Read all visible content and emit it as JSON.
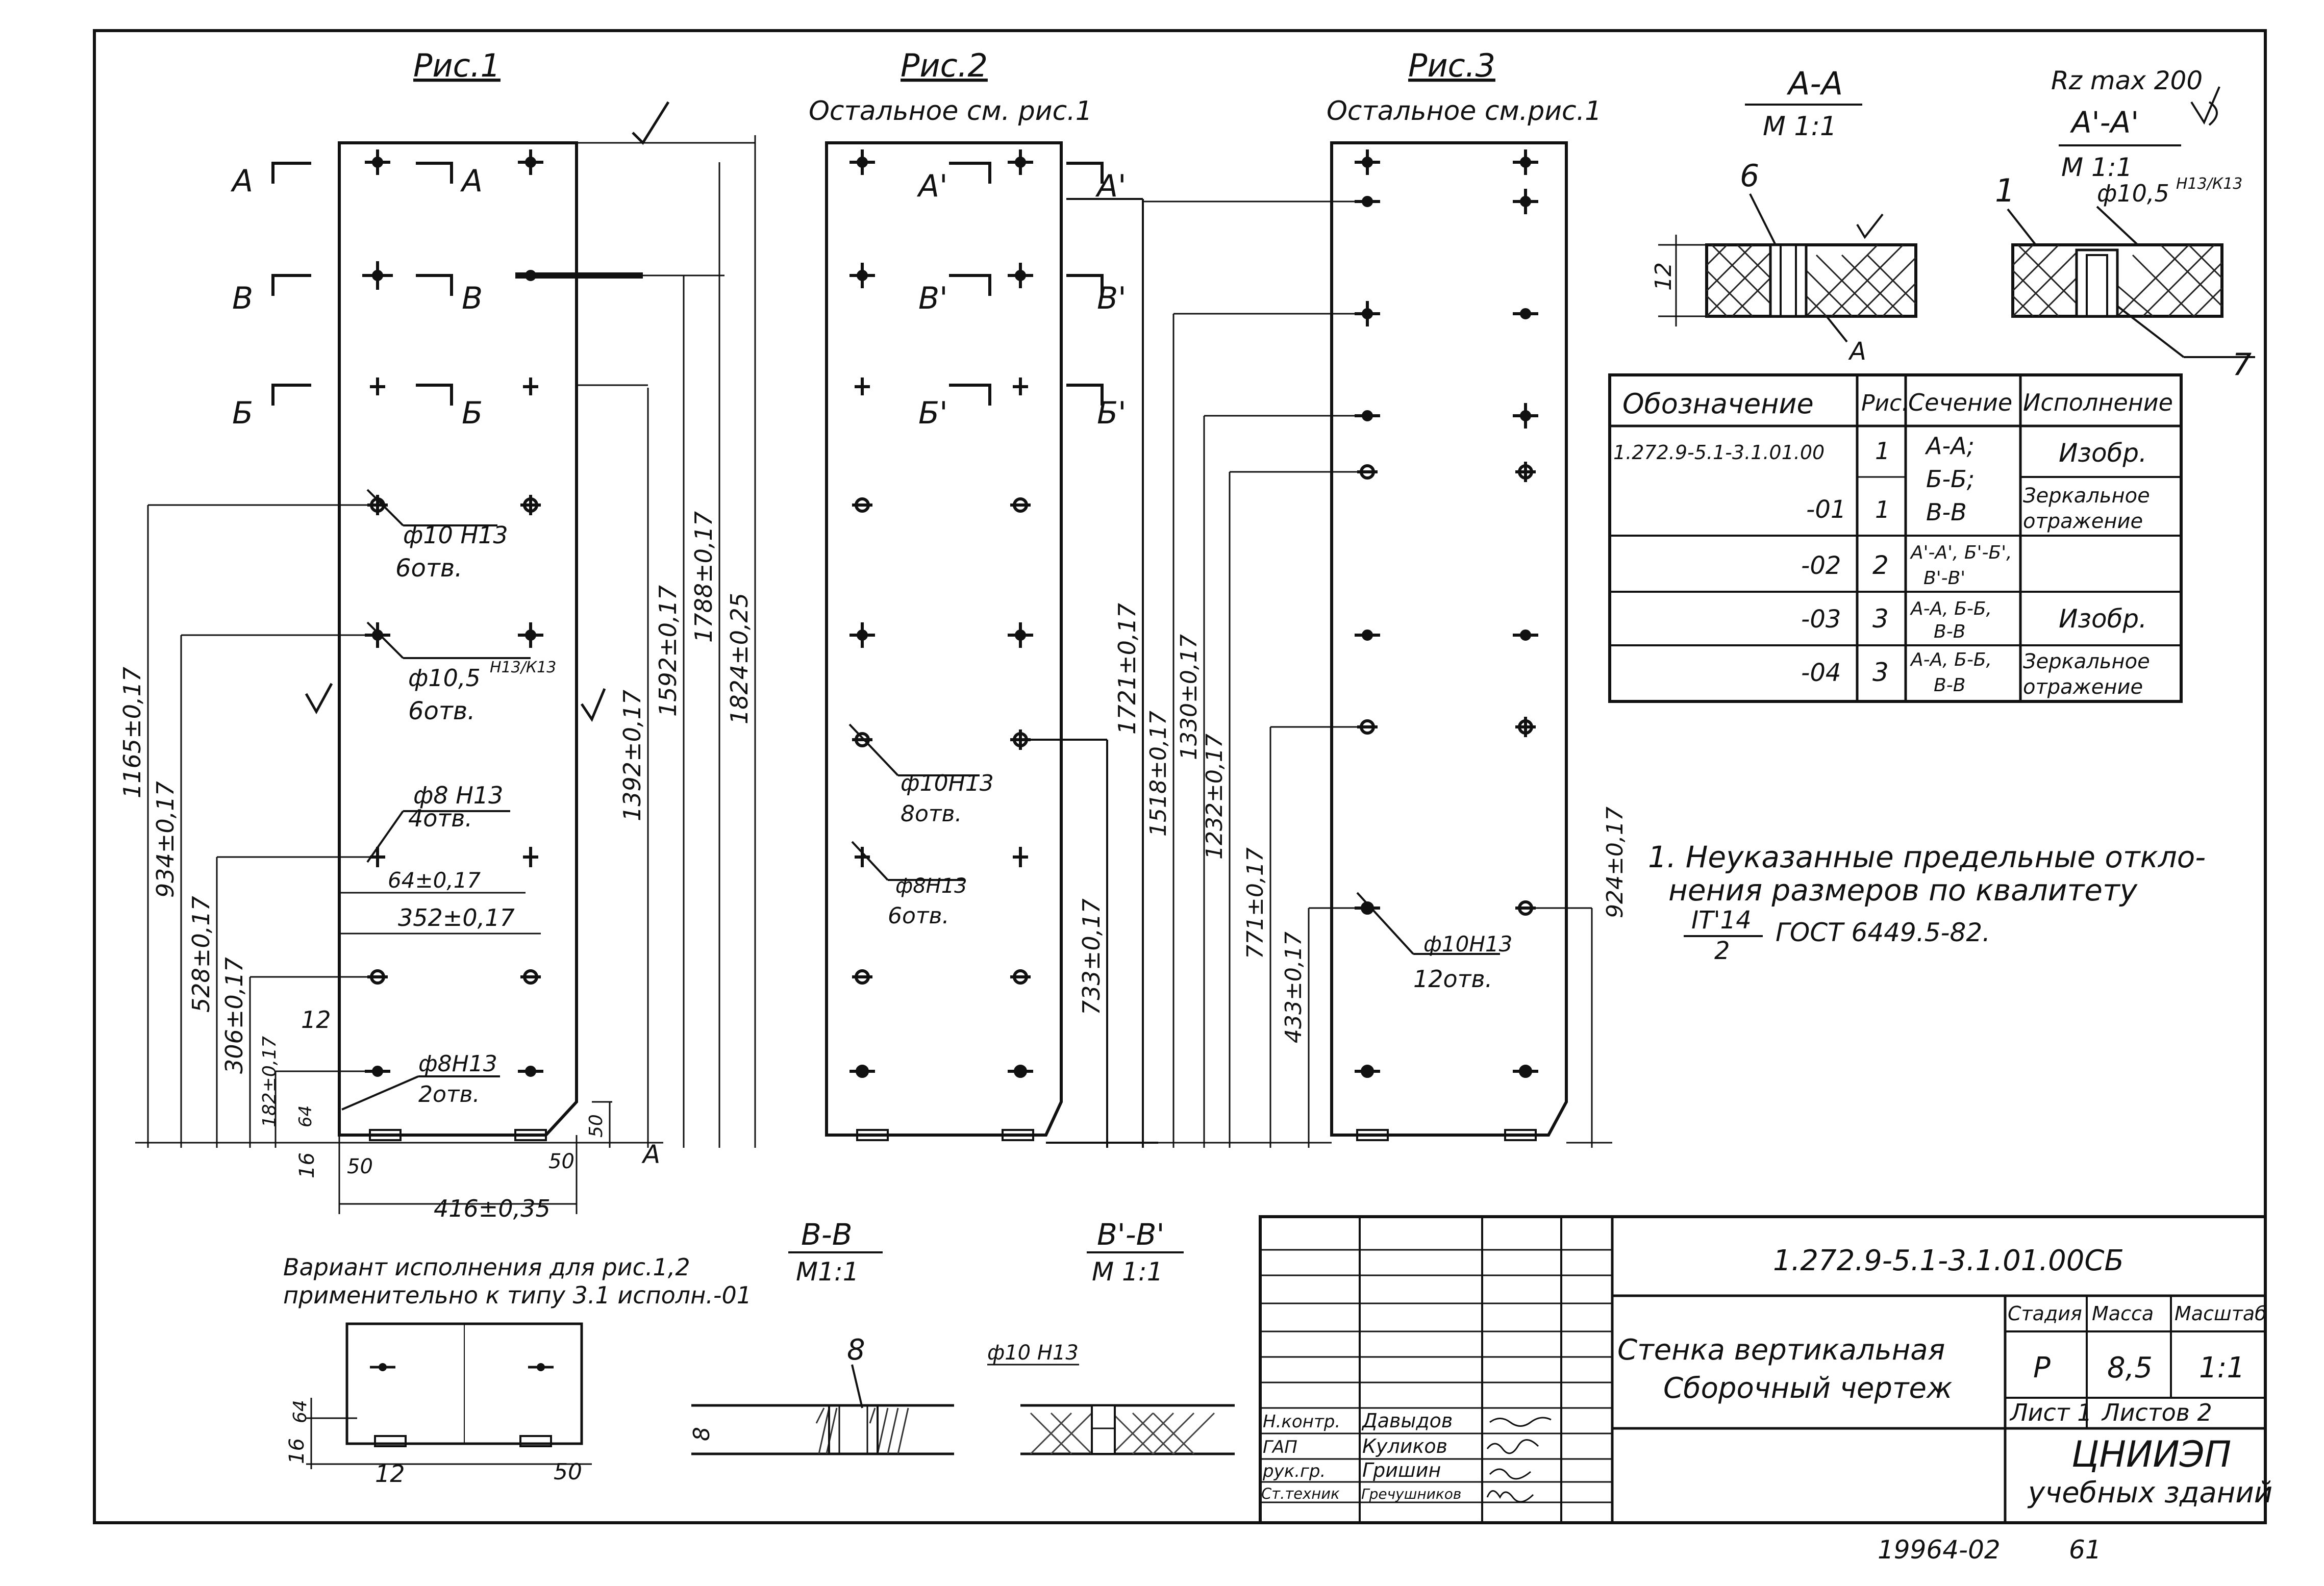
{
  "figures": {
    "fig1": {
      "title": "Рис.1"
    },
    "fig2": {
      "title": "Рис.2",
      "note": "Остальное см. рис.1"
    },
    "fig3": {
      "title": "Рис.3",
      "note": "Остальное см.рис.1"
    }
  },
  "section_markers": {
    "fig1": [
      "А",
      "А",
      "В",
      "В",
      "Б",
      "Б"
    ],
    "fig2": [
      "А'",
      "А'",
      "В'",
      "В'",
      "Б'",
      "Б'"
    ]
  },
  "holes": {
    "h10": {
      "dia": "ф10 Н13",
      "count": "6отв."
    },
    "h105": {
      "dia": "ф10,5",
      "tol": "Н13/К13",
      "count": "6отв."
    },
    "h8": {
      "dia": "ф8 Н13",
      "count": "4отв."
    },
    "h8b": {
      "dia": "ф8Н13",
      "count": "2отв."
    },
    "f2a": {
      "dia": "ф10Н13",
      "count": "8отв."
    },
    "f2b": {
      "dia": "ф8Н13",
      "count": "6отв."
    },
    "f3": {
      "dia": "ф10Н13",
      "count": "12отв."
    }
  },
  "dimensions": {
    "fig1": {
      "d1165": "1165±0,17",
      "d934": "934±0,17",
      "d528": "528±0,17",
      "d306": "306±0,17",
      "d182": "182±0,17",
      "d64": "64",
      "d12": "12",
      "d16": "16",
      "d50a": "50",
      "d50b": "50",
      "d50c": "50",
      "d64h": "64±0,17",
      "d352": "352±0,17",
      "d416": "416±0,35",
      "d1392": "1392±0,17",
      "d1592": "1592±0,17",
      "d1788": "1788±0,17",
      "d1824": "1824±0,25"
    },
    "fig2": {
      "d733": "733±0,17",
      "d1721": "1721±0,17"
    },
    "fig3": {
      "d1518": "1518±0,17",
      "d1330": "1330±0,17",
      "d1232": "1232±0,17",
      "d771": "771±0,17",
      "d433": "433±0,17",
      "d924": "924±0,17"
    }
  },
  "cut_marker": "А",
  "sections": {
    "aa": {
      "title": "А-А",
      "scale": "М 1:1",
      "callout": "6",
      "thickness": "12",
      "mark": "А"
    },
    "a1": {
      "roughness": "Rz max 200",
      "title": "А'-А'",
      "scale": "М 1:1",
      "callout": "1",
      "hole": "ф10,5",
      "tol": "Н13/К13",
      "callout2": "7"
    },
    "vv": {
      "title": "В-В",
      "scale": "М1:1",
      "callout": "8",
      "thickness": "8"
    },
    "v1": {
      "title": "В'-В'",
      "scale": "М 1:1",
      "hole": "ф10 Н13"
    }
  },
  "table": {
    "headers": [
      "Обозначение",
      "Рис.",
      "Сечение",
      "Исполнение"
    ],
    "rows": [
      {
        "code": "1.272.9-5.1-3.1.01.00",
        "fig": "1",
        "section": "А-А;",
        "exec": "Изобр."
      },
      {
        "code": "-01",
        "fig": "1",
        "section": "Б-Б;",
        "exec": "Зеркальное",
        "exec2": "отражение",
        "section2": "В-В"
      },
      {
        "code": "-02",
        "fig": "2",
        "section": "А'-А', Б'-Б',",
        "section2": "В'-В'",
        "exec": ""
      },
      {
        "code": "-03",
        "fig": "3",
        "section": "А-А, Б-Б,",
        "section2": "В-В",
        "exec": "Изобр."
      },
      {
        "code": "-04",
        "fig": "3",
        "section": "А-А, Б-Б,",
        "section2": "В-В",
        "exec": "Зеркальное",
        "exec2": "отражение"
      }
    ]
  },
  "note": {
    "line1": "1. Неуказанные предельные откло-",
    "line2": "нения размеров по квалитету",
    "frac_num": "IT'14",
    "frac_den": "2",
    "gost": "ГОСТ 6449.5-82."
  },
  "variant": {
    "line1": "Вариант исполнения для рис.1,2",
    "line2": "применительно к типу 3.1 исполн.-01",
    "d64": "64",
    "d16": "16",
    "d12": "12",
    "d50": "50"
  },
  "title_block": {
    "code": "1.272.9-5.1-3.1.01.00СБ",
    "name1": "Стенка вертикальная",
    "name2": "Сборочный чертеж",
    "stage_label": "Стадия",
    "mass_label": "Масса",
    "scale_label": "Масштаб",
    "stage": "Р",
    "mass": "8,5",
    "scale": "1:1",
    "sheet": "Лист 1",
    "sheets": "Листов 2",
    "org1": "ЦНИИЭП",
    "org2": "учебных зданий",
    "people": [
      {
        "role": "Н.контр.",
        "name": "Давыдов"
      },
      {
        "role": "ГАП",
        "name": "Куликов"
      },
      {
        "role": "рук.гр.",
        "name": "Гришин"
      },
      {
        "role": "Ст.техник",
        "name": "Гречушников"
      }
    ]
  },
  "footer": {
    "number": "19964-02",
    "page": "61"
  }
}
